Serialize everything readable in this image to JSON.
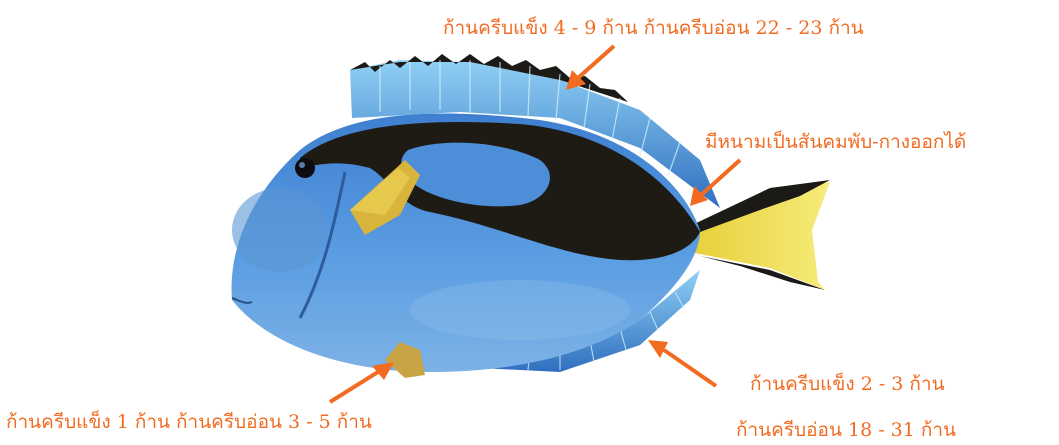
{
  "colors": {
    "annotation": "#F26B21",
    "fish_body": "#4A8FD9",
    "fish_band": "#1E1A14",
    "tail_yellow": "#F2E25A",
    "background": "#FFFFFF"
  },
  "labels": {
    "dorsal_fin": "ก้านครีบแข็ง 4 - 9 ก้าน ก้านครีบอ่อน 22 - 23 ก้าน",
    "caudal_spine": "มีหนามเป็นสันคมพับ-กางออกได้",
    "anal_fin_spines": "ก้านครีบแข็ง 2 - 3 ก้าน",
    "anal_fin_rays": "ก้านครีบอ่อน 18 - 31 ก้าน",
    "pelvic_fin": "ก้านครีบแข็ง 1 ก้าน ก้านครีบอ่อน 3 - 5 ก้าน"
  }
}
